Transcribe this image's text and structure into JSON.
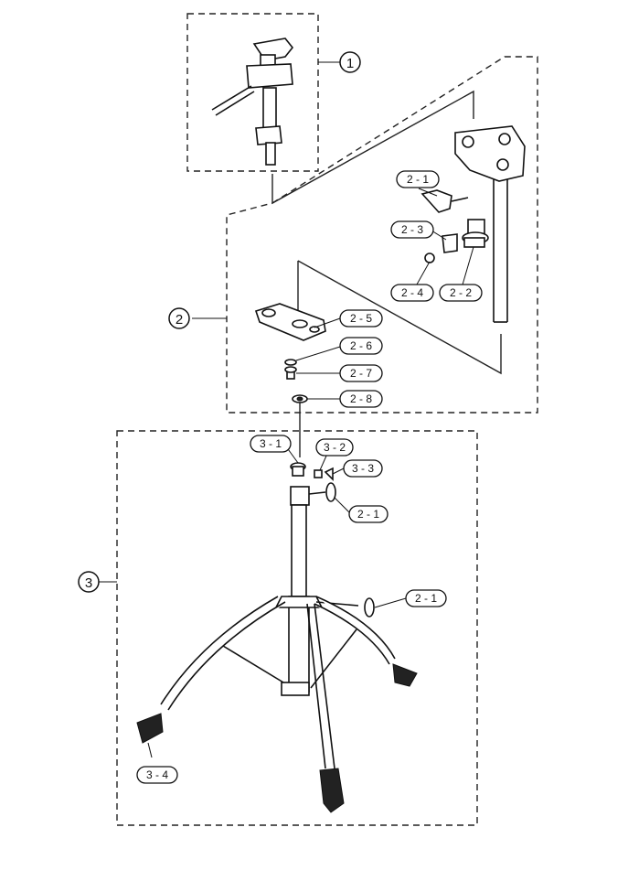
{
  "assemblies": [
    {
      "label": "1"
    },
    {
      "label": "2"
    },
    {
      "label": "3"
    }
  ],
  "parts": [
    {
      "label": "2 - 1"
    },
    {
      "label": "2 - 3"
    },
    {
      "label": "2 - 4"
    },
    {
      "label": "2 - 2"
    },
    {
      "label": "2 - 5"
    },
    {
      "label": "2 - 6"
    },
    {
      "label": "2 - 7"
    },
    {
      "label": "2 - 8"
    },
    {
      "label": "3 - 1"
    },
    {
      "label": "3 - 2"
    },
    {
      "label": "3 - 3"
    },
    {
      "label": "2 - 1"
    },
    {
      "label": "2 - 1"
    },
    {
      "label": "3 - 4"
    }
  ]
}
